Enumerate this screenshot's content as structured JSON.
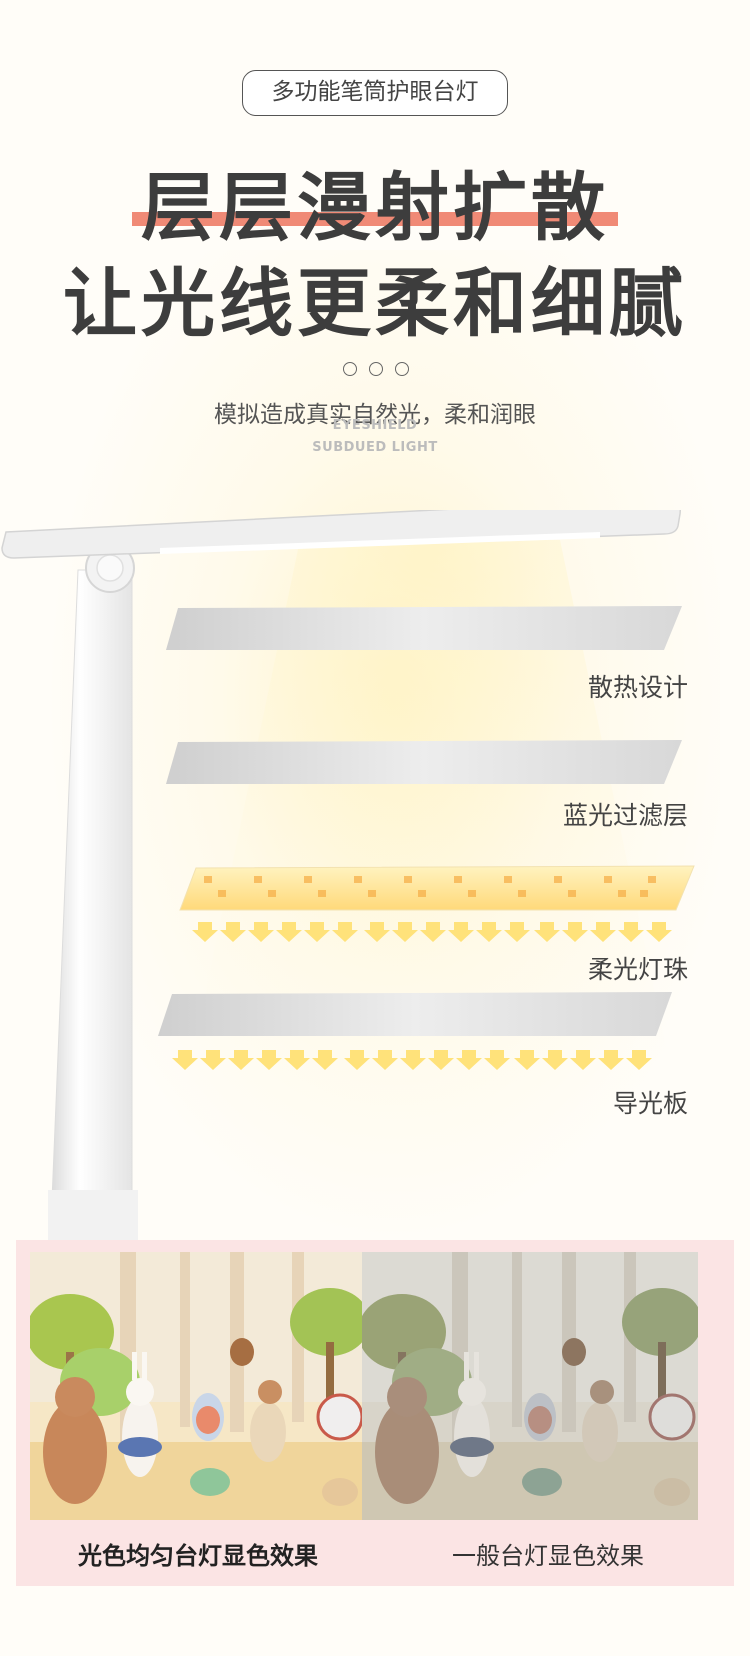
{
  "header": {
    "tag": "多功能笔筒护眼台灯",
    "title_line1": "层层漫射扩散",
    "title_line2": "让光线更柔和细腻",
    "subtitle": "模拟造成真实自然光，柔和润眼",
    "english_line1": "EYESHIELD",
    "english_line2": "SUBDUED LIGHT"
  },
  "layers": [
    {
      "label": "散热设计"
    },
    {
      "label": "蓝光过滤层"
    },
    {
      "label": "柔光灯珠"
    },
    {
      "label": "导光板"
    }
  ],
  "comparison": {
    "left_caption": "光色均匀台灯显色效果",
    "right_caption": "一般台灯显色效果"
  },
  "colors": {
    "accent_bar": "#f08a76",
    "comparison_bg": "#fbe4e4",
    "led_yellow": "#ffd87a",
    "arrow_yellow": "#ffe27a"
  }
}
